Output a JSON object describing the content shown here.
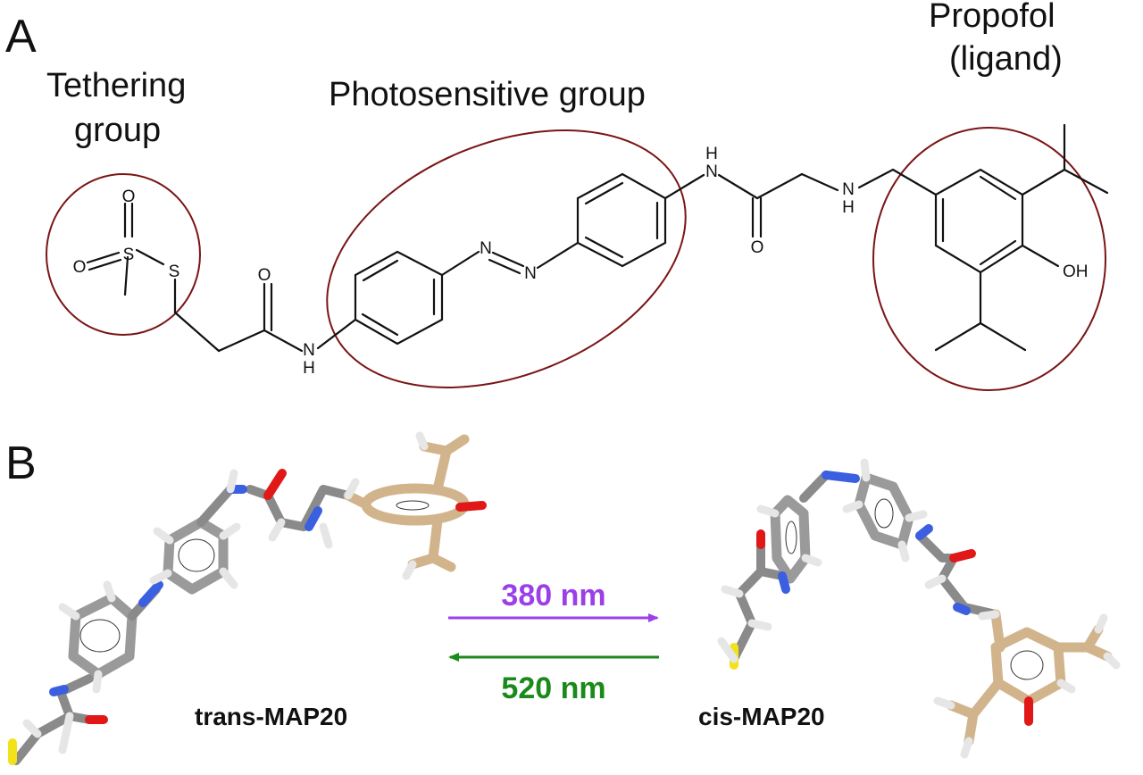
{
  "panel_a": {
    "letter": "A",
    "groups": {
      "tethering": [
        "Tethering",
        "group"
      ],
      "photosensitive": "Photosensitive group",
      "propofol": [
        "Propofol",
        "(ligand)"
      ]
    },
    "atoms": {
      "o1": "O",
      "s1": "S",
      "o2": "O",
      "s2": "S",
      "o3": "O",
      "nh1_n": "N",
      "nh1_h": "H",
      "n_azo1": "N",
      "n_azo2": "N",
      "nh2_h": "H",
      "nh2_n": "N",
      "o4": "O",
      "nh3_n": "N",
      "nh3_h": "H",
      "oh": "OH"
    },
    "ellipse_color": "#7a1515"
  },
  "panel_b": {
    "letter": "B",
    "trans_label": "trans-MAP20",
    "cis_label": "cis-MAP20",
    "forward": {
      "label": "380 nm",
      "color": "#9b3fe8"
    },
    "reverse": {
      "label": "520 nm",
      "color": "#1a8a1a"
    },
    "atom_colors": {
      "carbon": "#8a8a8a",
      "carbon_ligand": "#d2b48c",
      "hydrogen": "#ececec",
      "nitrogen": "#3a5fe0",
      "oxygen": "#e01818",
      "sulfur": "#f2e21a"
    }
  }
}
